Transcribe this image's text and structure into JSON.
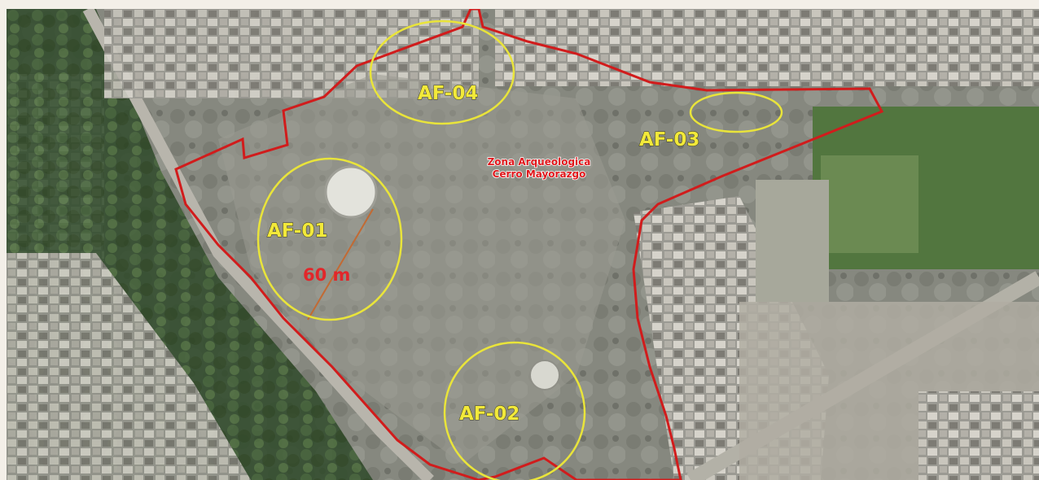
{
  "map": {
    "zone_label_line1": "Zona Arqueologica",
    "zone_label_line2": "Cerro Mayorazgo",
    "distance_label": "60 m",
    "sites": [
      {
        "id": "af-01",
        "label": "AF-01"
      },
      {
        "id": "af-02",
        "label": "AF-02"
      },
      {
        "id": "af-03",
        "label": "AF-03"
      },
      {
        "id": "af-04",
        "label": "AF-04"
      }
    ],
    "colors": {
      "boundary": "#d11c1c",
      "site_circle": "#e9e43a",
      "site_label": "#f2e93a",
      "zone_label": "#e0161b",
      "distance_label": "#e2262a",
      "radius_line": "#c26a33"
    }
  }
}
